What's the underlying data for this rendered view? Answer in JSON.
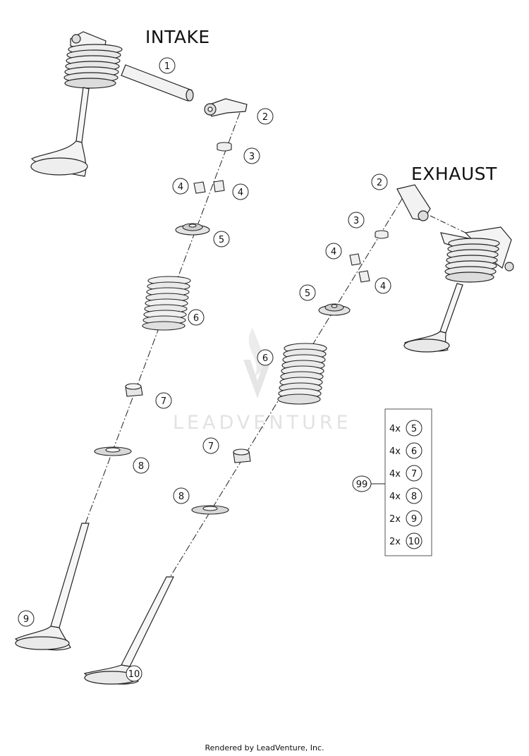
{
  "titles": {
    "intake": "INTAKE",
    "exhaust": "EXHAUST"
  },
  "footer": "Rendered by LeadVenture, Inc.",
  "watermark": "LEADVENTURE",
  "intake_callouts": [
    "1",
    "2",
    "3",
    "4",
    "4",
    "5",
    "6",
    "7",
    "8",
    "9"
  ],
  "exhaust_callouts": [
    "2",
    "3",
    "4",
    "4",
    "5",
    "6",
    "7",
    "8",
    "10"
  ],
  "kit": {
    "ref": "99",
    "items": [
      {
        "qty": "4x",
        "ref": "5"
      },
      {
        "qty": "4x",
        "ref": "6"
      },
      {
        "qty": "4x",
        "ref": "7"
      },
      {
        "qty": "4x",
        "ref": "8"
      },
      {
        "qty": "2x",
        "ref": "9"
      },
      {
        "qty": "2x",
        "ref": "10"
      }
    ]
  }
}
